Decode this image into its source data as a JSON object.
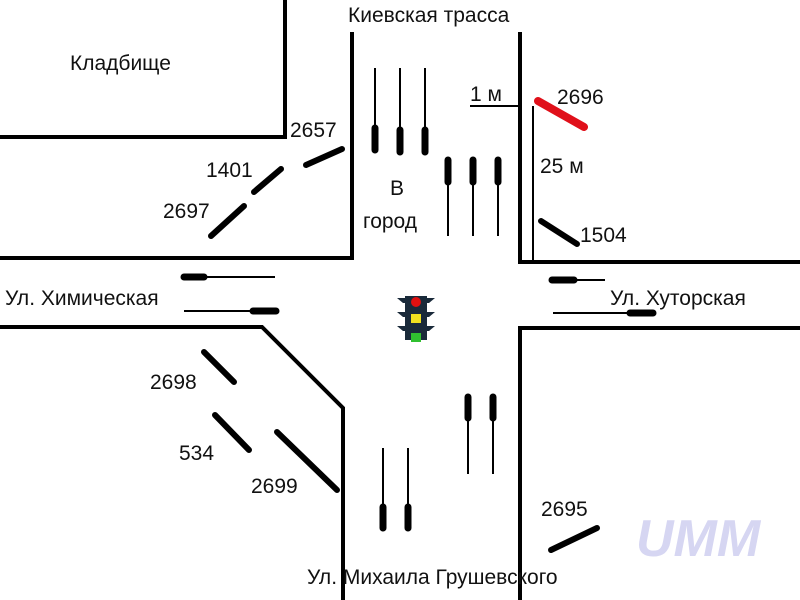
{
  "streets": {
    "north": "Киевская трасса",
    "west": "Ул. Химическая",
    "east": "Ул. Хуторская",
    "south": "Ул. Михаила Грушевского"
  },
  "areas": {
    "cemetery": "Кладбище"
  },
  "direction_label": {
    "line1": "В",
    "line2": "город"
  },
  "dimensions": {
    "width": "1 м",
    "length": "25 м"
  },
  "markers": [
    "2657",
    "1401",
    "2697",
    "2696",
    "1504",
    "2698",
    "534",
    "2699",
    "2695"
  ],
  "highlight_color": "#e0101a",
  "traffic_light_colors": {
    "red": "#e01010",
    "yellow": "#f0e020",
    "green": "#30c030"
  },
  "watermark": "UMM"
}
